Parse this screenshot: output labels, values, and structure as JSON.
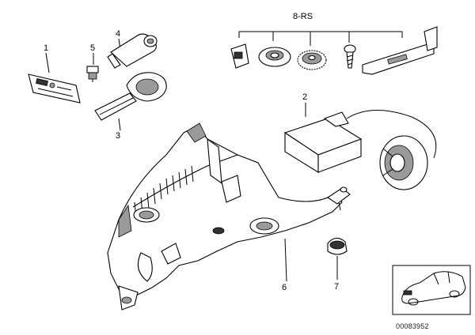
{
  "callouts": {
    "part_1": "1",
    "part_2": "2",
    "part_3": "3",
    "part_4": "4",
    "part_5": "5",
    "part_6": "6",
    "part_7": "7",
    "part_8": "8-RS"
  },
  "diagram_number": "00083952"
}
